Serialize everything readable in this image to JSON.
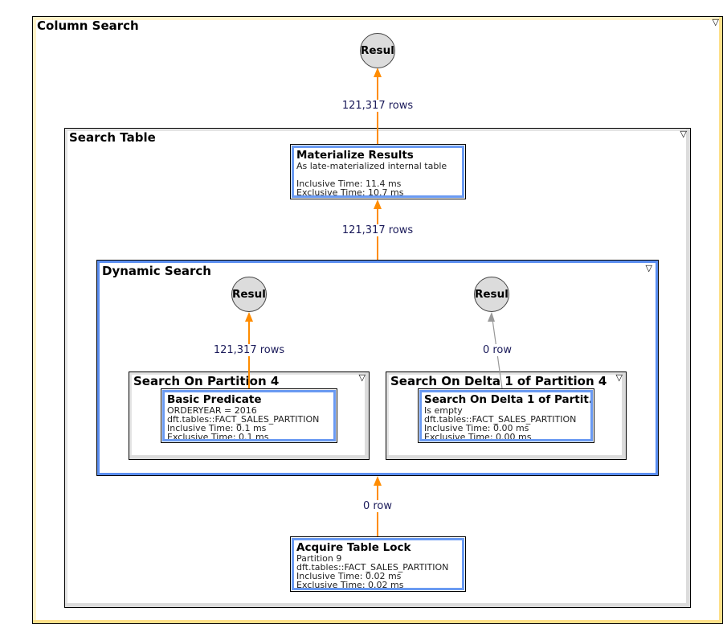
{
  "panels": {
    "column_search": {
      "title": "Column Search"
    },
    "search_table": {
      "title": "Search Table"
    },
    "dynamic_search": {
      "title": "Dynamic Search"
    },
    "partition4": {
      "title": "Search On Partition 4"
    },
    "delta": {
      "title": "Search On Delta 1 of Partition 4"
    }
  },
  "collapse_icon": "▽",
  "results": {
    "top": "Result",
    "left": "Result",
    "right": "Result"
  },
  "nodes": {
    "materialize": {
      "title": "Materialize Results",
      "lines": [
        "As late-materialized internal table",
        "",
        "Inclusive Time: 11.4 ms",
        "Exclusive Time: 10.7 ms"
      ]
    },
    "basic_predicate": {
      "title": "Basic Predicate",
      "lines": [
        "ORDERYEAR = 2016",
        "dft.tables::FACT_SALES_PARTITION",
        "Inclusive Time: 0.1 ms",
        "Exclusive Time: 0.1 ms"
      ]
    },
    "delta_search": {
      "title": "Search On Delta 1 of Partit...",
      "lines": [
        "Is empty",
        "dft.tables::FACT_SALES_PARTITION",
        "Inclusive Time: 0.00 ms",
        "Exclusive Time: 0.00 ms"
      ]
    },
    "acquire": {
      "title": "Acquire Table Lock",
      "lines": [
        "Partition 9",
        "dft.tables::FACT_SALES_PARTITION",
        "Inclusive Time: 0.02 ms",
        "Exclusive Time: 0.02 ms"
      ]
    }
  },
  "edges": {
    "mat_to_result": "121,317 rows",
    "dyn_to_mat": "121,317 rows",
    "pred_to_result": "121,317 rows",
    "delta_to_result": "0 row",
    "acquire_to_dyn": "0 row"
  },
  "colors": {
    "active_edge": "#ff8c00",
    "inactive_edge": "#999999",
    "node_border": "#6a9af2",
    "outer_panel": "#fde08a"
  }
}
